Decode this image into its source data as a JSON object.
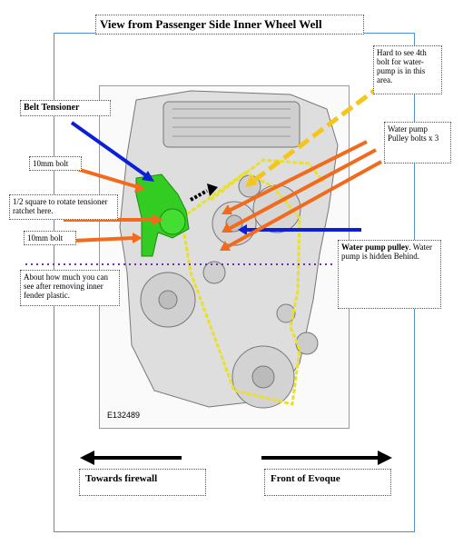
{
  "title": "View from Passenger Side Inner Wheel Well",
  "labels": {
    "belt_tensioner": "Belt Tensioner",
    "bolt_10mm_top": "10mm bolt",
    "square_ratchet": "1/2 square to rotate tensioner ratchet here.",
    "bolt_10mm_bottom": "10mm bolt",
    "fender_note": "About how much you can see after removing inner fender plastic.",
    "hard_to_see": "Hard to see 4th bolt for water-pump is in this area.",
    "pulley_bolts": "Water pump Pulley bolts x 3",
    "water_pump_pulley_title": "Water pump pulley",
    "water_pump_pulley_body": "Water pump is hidden Behind."
  },
  "figure_code": "E132489",
  "directions": {
    "firewall": "Towards firewall",
    "front": "Front of Evoque"
  },
  "colors": {
    "belt": "#e8e02a",
    "tensioner": "#33cc22",
    "arrow_orange": "#f26b1d",
    "arrow_blue": "#0b1fd6",
    "arrow_yellow": "#f5c518",
    "dotted_line": "#6b2fb3",
    "frame_blue": "#4f8fcf"
  }
}
